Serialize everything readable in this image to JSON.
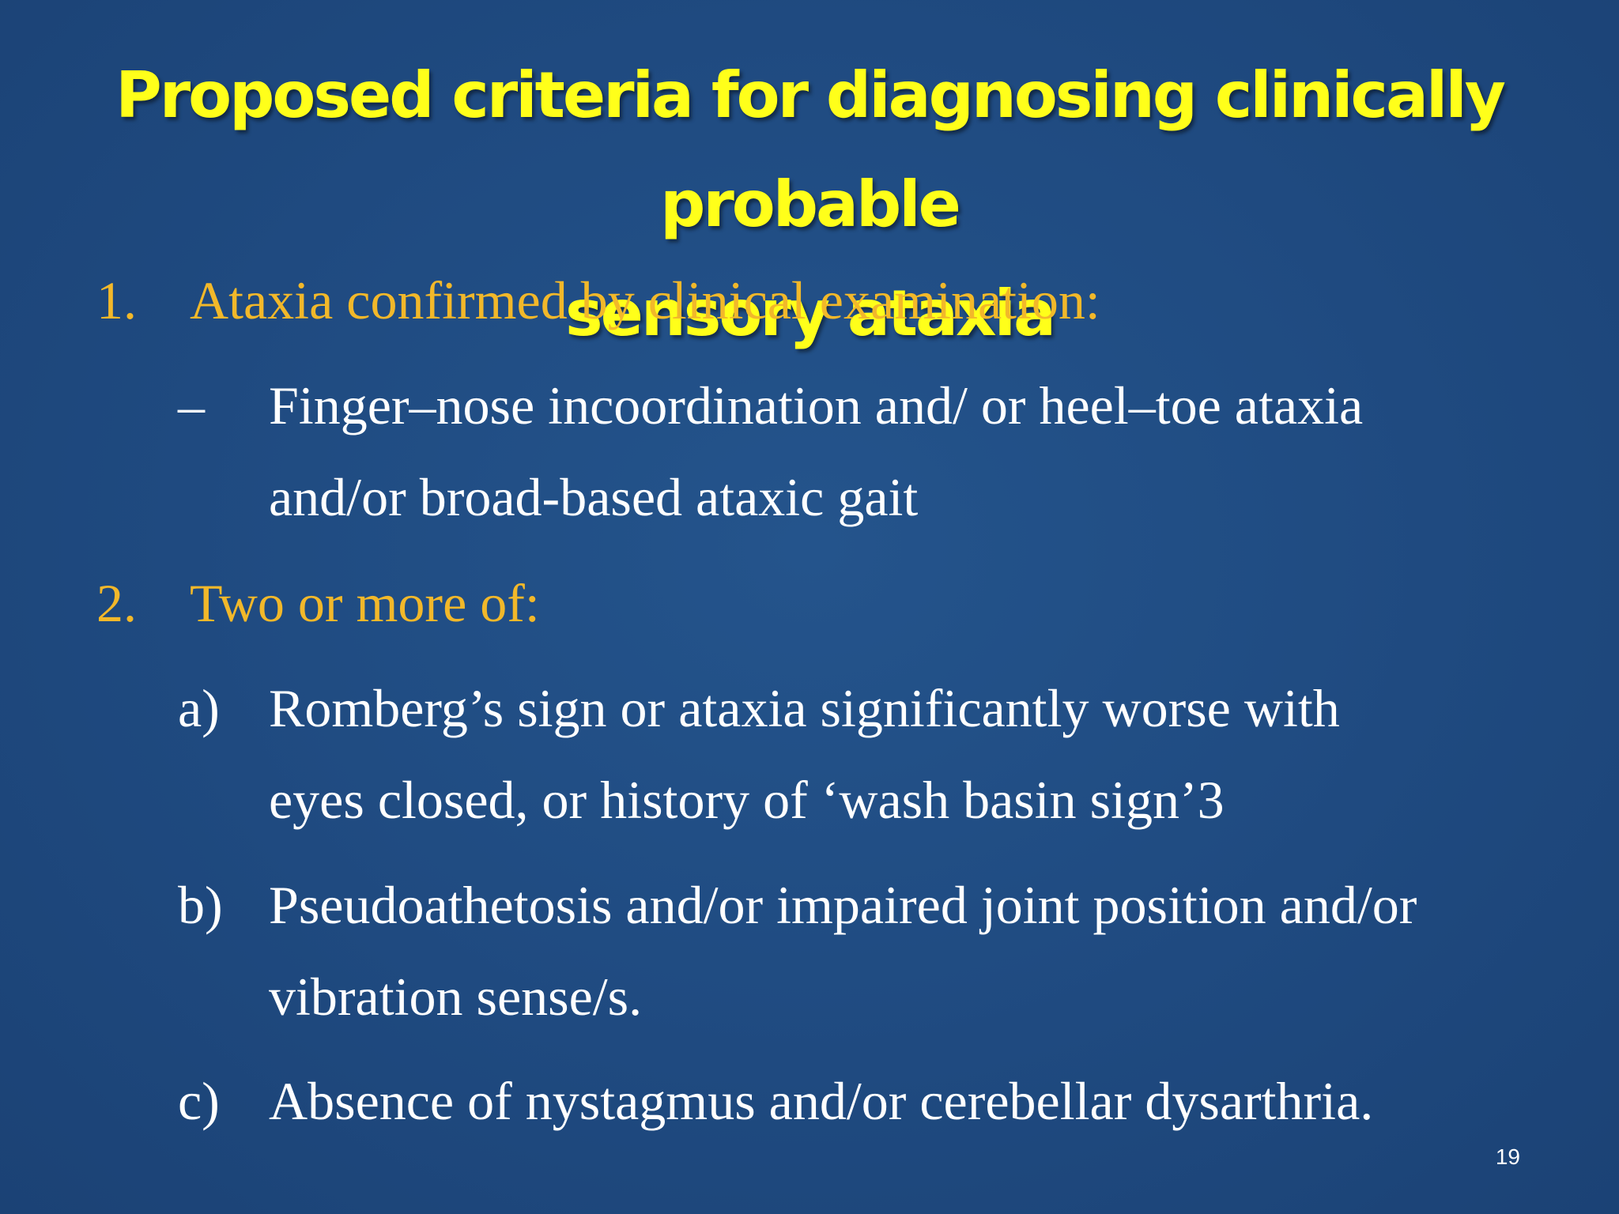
{
  "slide": {
    "title_line1": "Proposed criteria for diagnosing clinically probable",
    "title_line2": "sensory ataxia",
    "items": [
      {
        "marker": "1.",
        "text": "Ataxia confirmed by clinical examination:"
      },
      {
        "marker": "2.",
        "text": "Two or more of:"
      }
    ],
    "subitems": [
      {
        "marker": "–",
        "line1": "Finger–nose incoordination and/ or heel–toe ataxia",
        "line2": "and/or broad-based ataxic gait"
      },
      {
        "marker": "a)",
        "line1": "Romberg’s sign or ataxia significantly worse with",
        "line2": "eyes closed, or history of ‘wash basin sign’3"
      },
      {
        "marker": "b)",
        "line1": "Pseudoathetosis and/or impaired joint position and/or",
        "line2": "vibration sense/s."
      },
      {
        "marker": "c)",
        "line1": "Absence of nystagmus and/or cerebellar dysarthria."
      }
    ],
    "page_number": "19"
  }
}
